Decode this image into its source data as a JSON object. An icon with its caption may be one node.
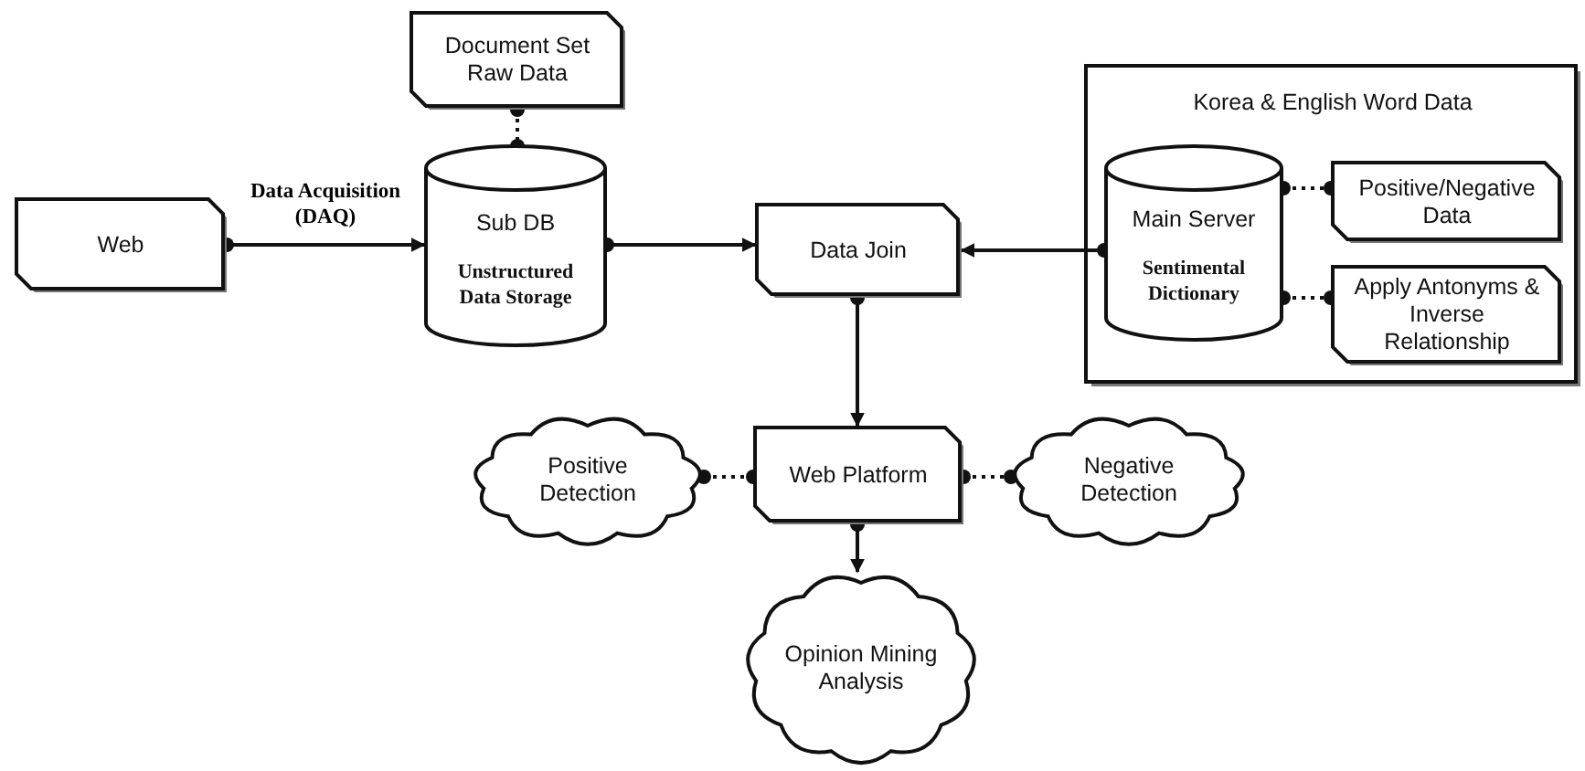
{
  "diagram": {
    "nodes": [
      {
        "text": [
          "Web"
        ]
      },
      {
        "text": [
          "Document Set Raw Data"
        ]
      },
      {
        "text": [
          "Sub DB",
          "Unstructured Data Storage"
        ]
      },
      {
        "text": [
          "Data Join"
        ]
      },
      {
        "text": [
          "Korea & English Word Data"
        ]
      },
      {
        "text": [
          "Main Server",
          "Sentimental Dictionary"
        ],
        "in": 4
      },
      {
        "text": [
          "Positive/Negative Data"
        ],
        "in": 4
      },
      {
        "text": [
          "Apply Antonyms & Inverse Relationship"
        ],
        "in": 4
      },
      {
        "text": [
          "Positive Detection"
        ]
      },
      {
        "text": [
          "Web Platform"
        ]
      },
      {
        "text": [
          "Negative Detection"
        ]
      },
      {
        "text": [
          "Opinion Mining Analysis"
        ]
      }
    ],
    "edges": [
      {
        "from": 0,
        "to": 2,
        "arrow": "to",
        "label": "Data Acquisition (DAQ)"
      },
      {
        "from": 1,
        "to": 2,
        "arrow": "other",
        "style": "dashed"
      },
      {
        "from": 2,
        "to": 3,
        "arrow": "to"
      },
      {
        "from": 5,
        "to": 3,
        "arrow": "to"
      },
      {
        "from": 5,
        "to": 6,
        "arrow": "other",
        "style": "dashed"
      },
      {
        "from": 5,
        "to": 7,
        "arrow": "other",
        "style": "dashed"
      },
      {
        "from": 3,
        "to": 9,
        "arrow": "to"
      },
      {
        "from": 8,
        "to": 9,
        "arrow": "other",
        "style": "dashed"
      },
      {
        "from": 9,
        "to": 10,
        "arrow": "other",
        "style": "dashed"
      },
      {
        "from": 9,
        "to": 11,
        "arrow": "to"
      }
    ]
  }
}
